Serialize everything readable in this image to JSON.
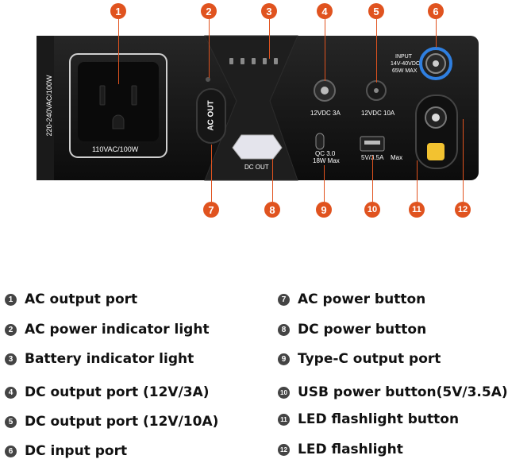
{
  "panel": {
    "side_rating": "220-240VAC/100W",
    "outlet_rating": "110VAC/100W",
    "ac_out_label": "AC OUT",
    "dc_out_label": "DC OUT",
    "dc_3a_label": "12VDC 3A",
    "dc_10a_label": "12VDC 10A",
    "input_label_1": "INPUT",
    "input_label_2": "14V-40VDC",
    "input_label_3": "65W MAX",
    "typec_label_1": "QC 3.0",
    "typec_label_2": "18W Max",
    "usb_label_1": "5V/3.5A",
    "usb_label_2": "Max"
  },
  "callouts": [
    {
      "num": "1"
    },
    {
      "num": "2"
    },
    {
      "num": "3"
    },
    {
      "num": "4"
    },
    {
      "num": "5"
    },
    {
      "num": "6"
    },
    {
      "num": "7"
    },
    {
      "num": "8"
    },
    {
      "num": "9"
    },
    {
      "num": "10"
    },
    {
      "num": "11"
    },
    {
      "num": "12"
    }
  ],
  "legend": [
    {
      "num": "1",
      "label": "AC output port"
    },
    {
      "num": "2",
      "label": "AC power indicator light"
    },
    {
      "num": "3",
      "label": "Battery indicator light"
    },
    {
      "num": "4",
      "label": "DC output port (12V/3A)"
    },
    {
      "num": "5",
      "label": "DC output port (12V/10A)"
    },
    {
      "num": "6",
      "label": "DC input port"
    },
    {
      "num": "7",
      "label": "AC power button"
    },
    {
      "num": "8",
      "label": "DC power button"
    },
    {
      "num": "9",
      "label": "Type-C output port"
    },
    {
      "num": "10",
      "label": "USB power button(5V/3.5A)"
    },
    {
      "num": "11",
      "label": "LED flashlight button"
    },
    {
      "num": "12",
      "label": "LED flashlight"
    }
  ],
  "colors": {
    "panel": "#141414",
    "callout": "#e0531f",
    "input_ring": "#2f7fe0",
    "led": "#f2c230"
  }
}
